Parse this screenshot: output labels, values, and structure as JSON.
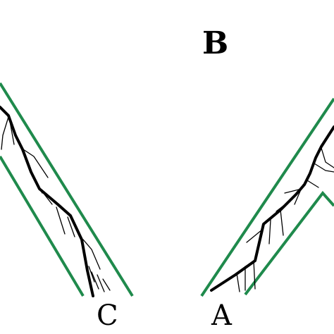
{
  "labels": {
    "b": "B",
    "c": "C",
    "a": "A"
  },
  "colors": {
    "boundary": "#1f8a4c",
    "crack": "#000000",
    "background": "#ffffff"
  }
}
